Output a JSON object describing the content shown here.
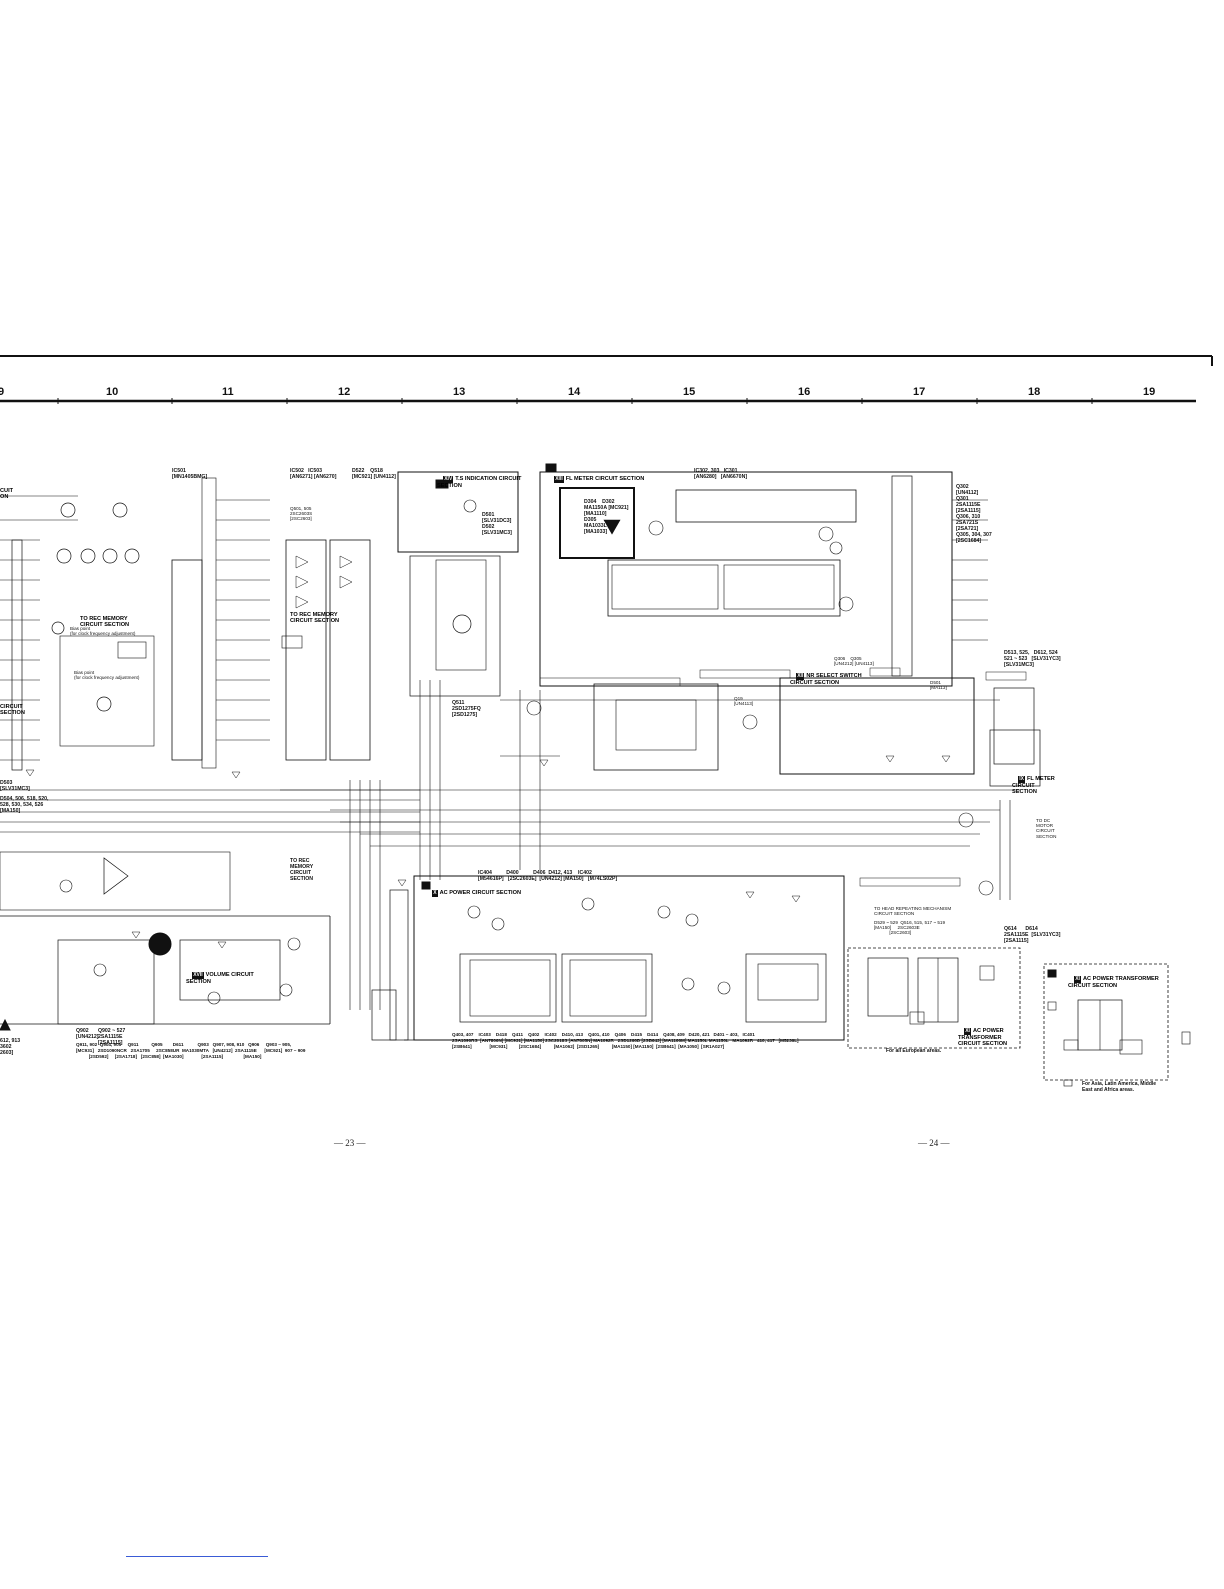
{
  "page": {
    "column_numbers": [
      "9",
      "10",
      "11",
      "12",
      "13",
      "14",
      "15",
      "16",
      "17",
      "18",
      "19"
    ],
    "page_numbers": [
      "— 23 —",
      "— 24 —"
    ]
  },
  "sections": {
    "ts_indication": {
      "tag": "XIV",
      "title": "T.S INDICATION CIRCUIT\nSECTION"
    },
    "fl_meter": {
      "tag": "XIII",
      "title": "FL METER CIRCUIT SECTION"
    },
    "nr_select": {
      "tag": "XII",
      "title": "NR SELECT SWITCH\nCIRCUIT SECTION"
    },
    "fl_meter_side": {
      "tag": "IX",
      "title": "FL METER\nCIRCUIT\nSECTION"
    },
    "ac_power": {
      "tag": "X",
      "title": "AC POWER CIRCUIT SECTION"
    },
    "ac_power_transformer_eu": {
      "tag": "XI",
      "title": "AC POWER\nTRANSFORMER\nCIRCUIT SECTION"
    },
    "ac_power_transformer_box": {
      "tag": "XI",
      "title": "AC POWER TRANSFORMER\nCIRCUIT SECTION"
    },
    "volume": {
      "tag": "XVII",
      "title": "VOLUME CIRCUIT\nSECTION"
    },
    "rec_memory_1": {
      "title": "TO REC MEMORY\nCIRCUIT SECTION"
    },
    "rec_memory_2": {
      "title": "TO REC MEMORY\nCIRCUIT SECTION"
    },
    "rec_memory_3": {
      "title": "TO REC\nMEMORY\nCIRCUIT\nSECTION"
    },
    "dc_motor": {
      "title": "TO DC\nMOTOR\nCIRCUIT\nSECTION"
    },
    "head_repeat": {
      "title": "TO HEAD REPEATING MECHANISM\nCIRCUIT SECTION"
    },
    "left_circuit_1": {
      "title": "CUIT\nON"
    },
    "left_circuit_2": {
      "title": "CIRCUIT\nSECTION"
    }
  },
  "notes": {
    "bias_point_1": "Bias point\n(for clock frequency adjustment)",
    "bias_point_2": "Bias point\n(for clock frequency adjustment)",
    "eu_note": "For all European areas.",
    "asia_note": "For Asia, Latin America, Middle\nEast and Africa areas."
  },
  "parts": {
    "ic501": "IC501\n[MN1405BMG]",
    "ic502_503": "IC502   IC503\n[AN6271] [AN6270]",
    "d502_q510": "D522    Q518\n[MC921] [UN4112]",
    "ic302_303": "IC302, 303   IC301\n[AN6280]   [AN6670N]",
    "q302_group": "Q302\n[UN4112]\nQ301\n2SA1115E\n[2SA1115]\nQ306, 310\n2SA721S\n[2SA721]\nQ305, 304, 307\n[2SC1684]",
    "d301_d302": "D304    D302\nMA1150A [MC921]\n[MA1110]\nD305\nMA1033L\n[MA1033]",
    "q501_group": "Q501, 505\n2SC2603S\n[2SC2603]",
    "d501_d502": "D501\n[SLV31DC3]\nD502\n[SLV31MC3]",
    "q511": "Q511\n2SD1275FQ\n[2SD1275]",
    "q19": "Q19\n[UN4113]",
    "d513_group": "D513, 525,   D612, 524\n521 ~ 523   [SLV31YC3]\n[SLV31MC3]",
    "d501_ma": "D501\n[MA113]",
    "q306_q305": "Q306    Q305\n[UN4212] [UN4113]",
    "q514_d614": "Q614      D614\n2SA1115E  [SLV31YC3]\n[2SA1115]",
    "d529_group": "D529 ~ 529  Q516, 515, 517 ~ 519\n[MA150]     2SC2603E\n            [2SC2603]",
    "d503_group": "D503\n[SLV31MC3]",
    "d504_group": "D504, 506, 518, 520,\n528, 530, 534, 526\n[MA150]",
    "ic404_group": "IC404          D400          D406  D412, 413    IC402\n[M54616P]   [2SC2603E]  [UN4212] [MA150]   [M74LS02P]",
    "bottom_ac_row": "Q403, 407    IC403    D418    Q411    Q402    IC402    D410, 413    Q401, 410    Q406    D415    D414    Q408, 409   D420, 421   D401 ~ 403,   IC401\n2SA1090RS  [AN7806N] [MC931] [MA1150] 2SC2018S [AN7805N] MA1092R   2SD1266D [2SB643] [MA1166M] MA1150L MA1150L   MA1092R   410, 417   [M5236L]\n[2SB641]              [MC931]         [2SC1684]          [MA1062]  [2SD1265]          [MA1150] [MA1150]  [2SB641]  [MA1050]  [SR1A027]",
    "bottom_left_row": "Q902 ~ 527\n2SA1115E\n[2SA1115]",
    "bottom_left_row2": "Q911, 902  Q904, 905     Q911          Q905        D611           Q903   Q907, 908, 910   Q906     Q903 ~ 905,\n[MC931]   2SD1090NCR   2SA1705     2SC858UR  MA1030MTA   [UN4212]  2SA1115E      [MC921]  907 ~ 909\n          [2SD592]     [2SA1718]   [2SC858]  [MA1030]              [2SA1115]                [MA150]",
    "q902_left": "Q902\n[UN4212]",
    "left_bottom": "612, 913\n3602\n2603]"
  },
  "colors": {
    "ink": "#111111",
    "paper": "#ffffff",
    "accent_line": "#3a5bd6"
  }
}
